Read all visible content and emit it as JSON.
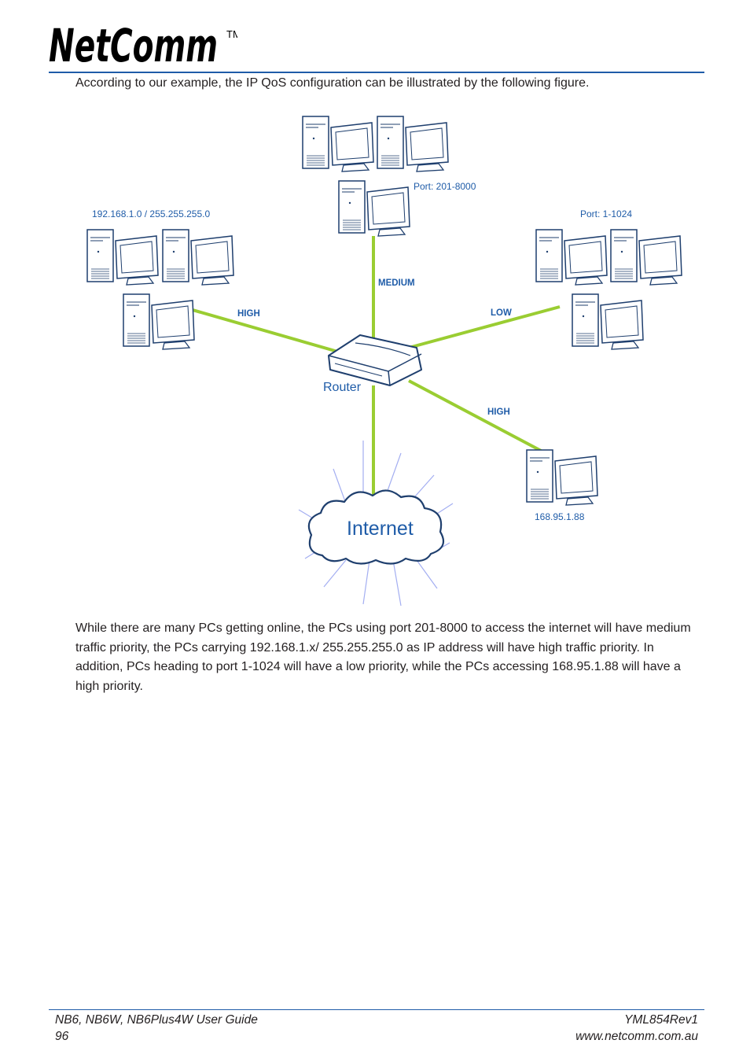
{
  "header": {
    "logo_text": "NetComm",
    "logo_tm": "TM"
  },
  "intro": "According to our example, the IP QoS configuration can be illustrated by the following figure.",
  "diagram": {
    "labels": {
      "top_port": "Port: 201-8000",
      "left_ip": "192.168.1.0 / 255.255.255.0",
      "right_port": "Port: 1-1024",
      "medium": "MEDIUM",
      "high_left": "HIGH",
      "low": "LOW",
      "high_right": "HIGH",
      "router": "Router",
      "bottom_ip": "168.95.1.88",
      "internet": "Internet"
    },
    "colors": {
      "link": "#9acd32",
      "label_blue": "#1f5ca8",
      "cloud_glow": "#9aa6f0"
    }
  },
  "body": {
    "p1": "While there are many PCs getting online, the PCs using port 201-8000 to access the internet will have",
    "medium_word": "medium",
    "p2": " traffic priority, the PCs carrying 192.168.1.x/ 255.255.255.0 as IP address will have ",
    "high_word_1": "high",
    "p3": " traffic priority. In addition, PCs heading to port 1-1024 will have a ",
    "low_word": "low",
    "p4": " priority, while the PCs accessing 168.95.1.88 will have a ",
    "high_word_2": "high",
    "p5": " priority."
  },
  "footer": {
    "left_line1": "NB6, NB6W, NB6Plus4W User Guide",
    "left_line2": "96",
    "right_line1": "YML854Rev1",
    "right_line2": "www.netcomm.com.au"
  }
}
